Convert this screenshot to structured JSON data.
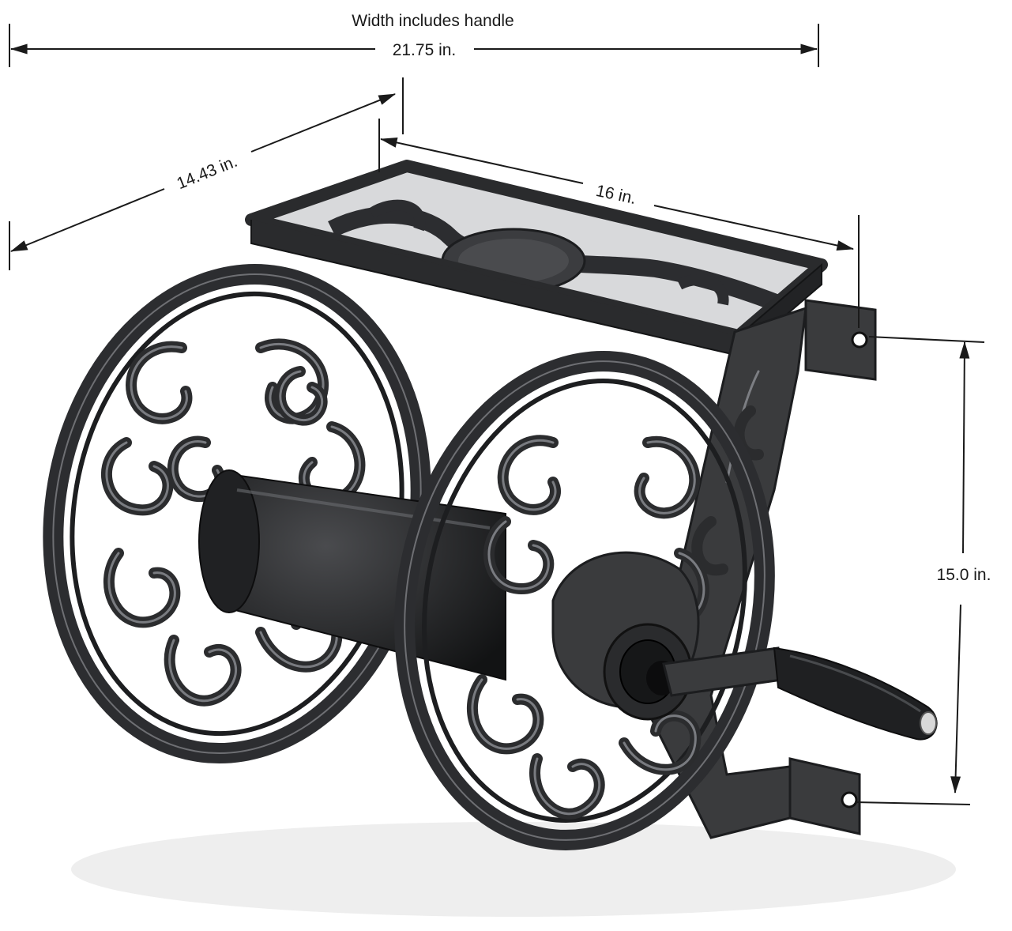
{
  "title": "Width includes handle",
  "dimensions": {
    "width": "21.75 in.",
    "depth": "14.43 in.",
    "shelf": "16 in.",
    "height": "15.0 in."
  },
  "colors": {
    "metal": "#3a3b3d",
    "line": "#1a1a1a",
    "background": "#ffffff"
  }
}
